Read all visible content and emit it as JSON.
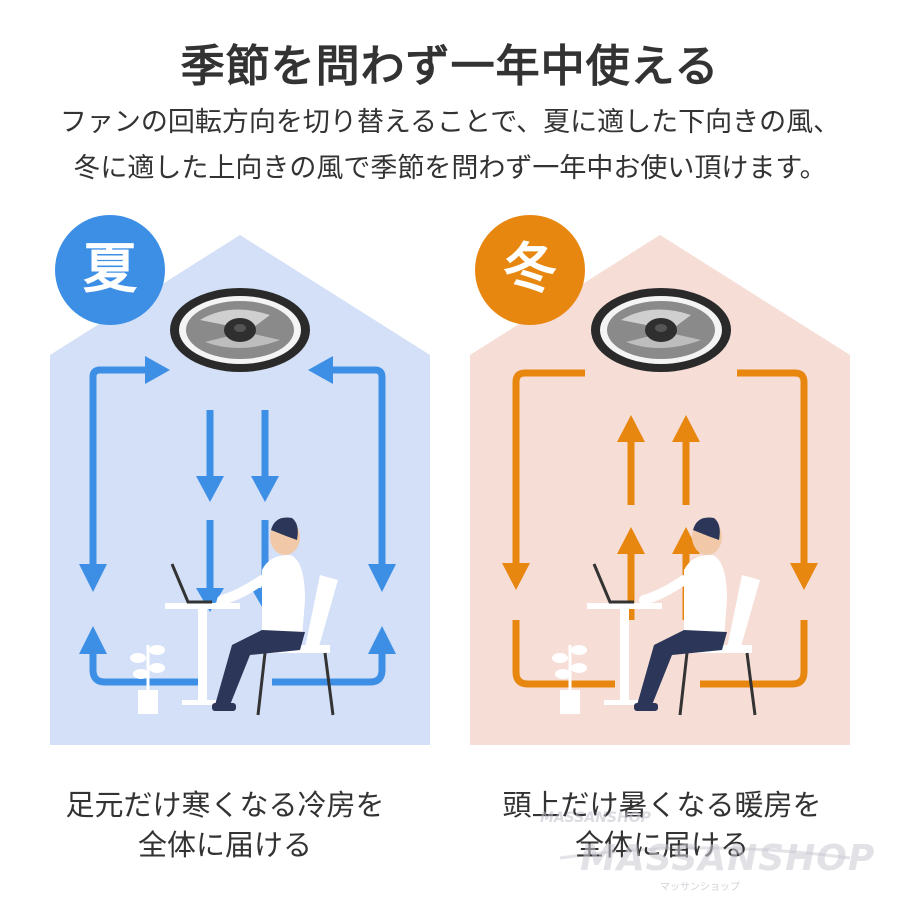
{
  "title": "季節を問わず一年中使える",
  "description": [
    "ファンの回転方向を切り替えることで、夏に適した下向きの風、",
    "冬に適した上向きの風で季節を問わず一年中お使い頂けます。"
  ],
  "panels": {
    "summer": {
      "badge": "夏",
      "caption": [
        "足元だけ寒くなる冷房を",
        "全体に届ける"
      ],
      "badge_color": "#3d8fe6",
      "arrow_color": "#3d8fe6",
      "bg_color": "#d3e0f7",
      "airflow": "down"
    },
    "winter": {
      "badge": "冬",
      "caption": [
        "頭上だけ暑くなる暖房を",
        "全体に届ける"
      ],
      "badge_color": "#e8870f",
      "arrow_color": "#e8870f",
      "bg_color": "#f6ddd6",
      "airflow": "up"
    }
  },
  "watermark": {
    "small": "MASSANSHOP",
    "large": "MASSANSHOP",
    "kana": "マッサンショップ"
  }
}
